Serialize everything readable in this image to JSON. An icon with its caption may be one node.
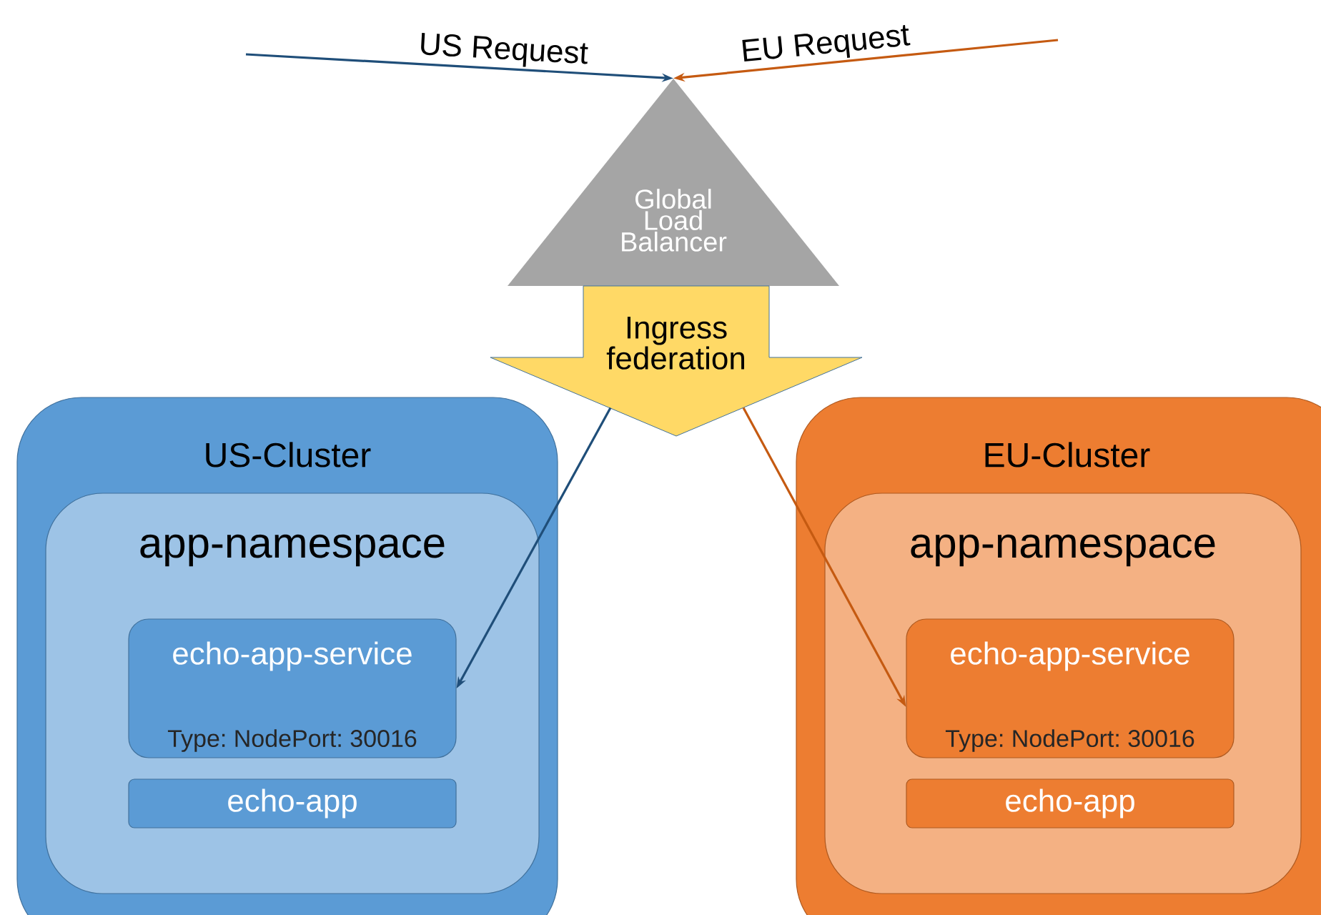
{
  "diagram": {
    "nodes": [
      {
        "text": [
          "Global Load Balancer"
        ]
      },
      {
        "text": [
          "Ingress federation"
        ]
      },
      {
        "text": [
          "US-Cluster"
        ]
      },
      {
        "text": [
          "app-namespace"
        ],
        "in": 2
      },
      {
        "text": [
          "echo-app-service",
          "Type: NodePort: 30016"
        ],
        "in": 3
      },
      {
        "text": [
          "echo-app"
        ],
        "in": 3
      },
      {
        "text": [
          "EU-Cluster"
        ]
      },
      {
        "text": [
          "app-namespace"
        ],
        "in": 6
      },
      {
        "text": [
          "echo-app-service",
          "Type: NodePort: 30016"
        ],
        "in": 7
      },
      {
        "text": [
          "echo-app"
        ],
        "in": 7
      }
    ],
    "edges": [
      {
        "from": null,
        "to": 0,
        "arrow": "to",
        "label": "US Request",
        "color": "#1f4e79"
      },
      {
        "from": null,
        "to": 0,
        "arrow": "to",
        "label": "EU Request",
        "color": "#c55a11"
      },
      {
        "from": 1,
        "to": 4,
        "arrow": "to",
        "color": "#1f4e79"
      },
      {
        "from": 1,
        "to": 8,
        "arrow": "to",
        "color": "#c55a11"
      }
    ]
  }
}
